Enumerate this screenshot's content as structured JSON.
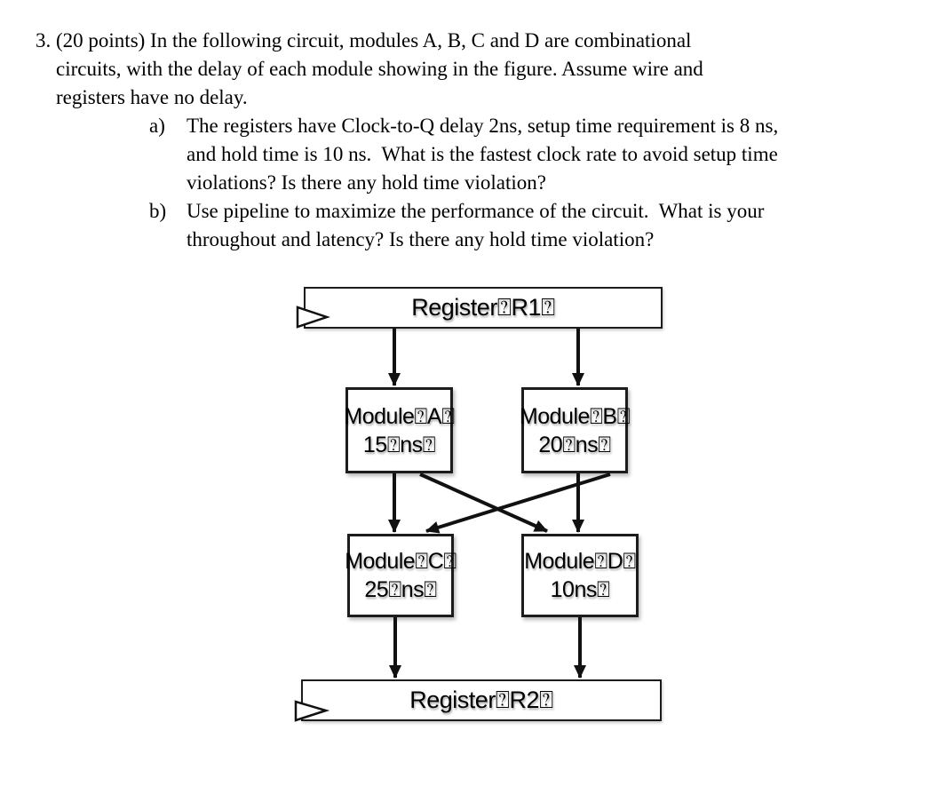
{
  "question": {
    "number": "3.",
    "lines": [
      "(20 points) In the following circuit, modules A, B, C and D are combinational",
      "circuits, with the delay of each module showing in the figure. Assume wire and",
      "registers have no delay."
    ],
    "sub_items": [
      {
        "marker": "a)",
        "lines": [
          "The registers have Clock-to-Q delay 2ns, setup time requirement is 8 ns,",
          "and hold time is 10 ns.  What is the fastest clock rate to avoid setup time",
          "violations? Is there any hold time violation?"
        ]
      },
      {
        "marker": "b)",
        "lines": [
          "Use pipeline to maximize the performance of the circuit.  What is your",
          "throughout and latency? Is there any hold time violation?"
        ]
      }
    ]
  },
  "diagram": {
    "register_top": {
      "label": "Register⍰R1⍰"
    },
    "register_bottom": {
      "label": "Register⍰R2⍰"
    },
    "modules": [
      {
        "id": "A",
        "name": "Module⍰A⍰",
        "delay": "15⍰ns⍰"
      },
      {
        "id": "B",
        "name": "Module⍰B⍰",
        "delay": "20⍰ns⍰"
      },
      {
        "id": "C",
        "name": "Module⍰C⍰",
        "delay": "25⍰ns⍰"
      },
      {
        "id": "D",
        "name": "Module⍰D⍰",
        "delay": "10ns⍰"
      }
    ],
    "connections": [
      "R1->A",
      "R1->B",
      "A->C",
      "A->D",
      "B->C",
      "B->D",
      "C->R2",
      "D->R2"
    ],
    "colors": {
      "line": "#111111",
      "box_border": "#1c1c1c",
      "background": "#ffffff",
      "text": "#000000"
    }
  }
}
